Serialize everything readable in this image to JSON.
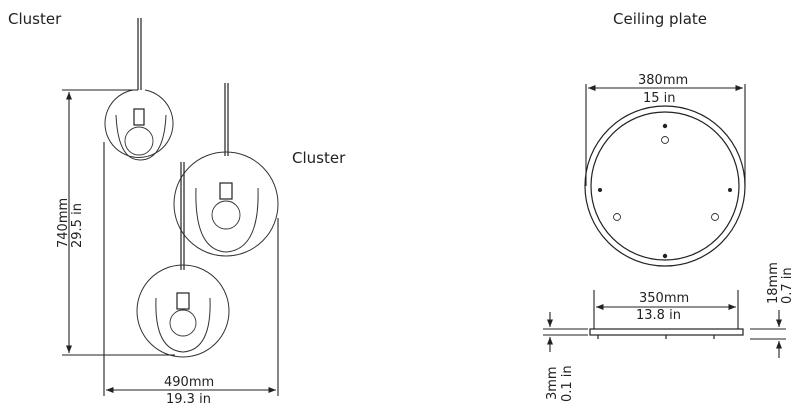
{
  "left_panel": {
    "title": "Cluster",
    "secondary_label": "Cluster",
    "height_dimension": {
      "mm": "740mm",
      "in": "29.5 in"
    },
    "width_dimension": {
      "mm": "490mm",
      "in": "19.3 in"
    }
  },
  "right_panel": {
    "title": "Ceiling plate",
    "diameter_dimension": {
      "mm": "380mm",
      "in": "15 in"
    },
    "plate_width_dimension": {
      "mm": "350mm",
      "in": "13.8 in"
    },
    "plate_height_dimension": {
      "mm": "18mm",
      "in": "0.7 in"
    },
    "plate_thickness_dimension": {
      "mm": "3mm",
      "in": "0.1 in"
    }
  }
}
